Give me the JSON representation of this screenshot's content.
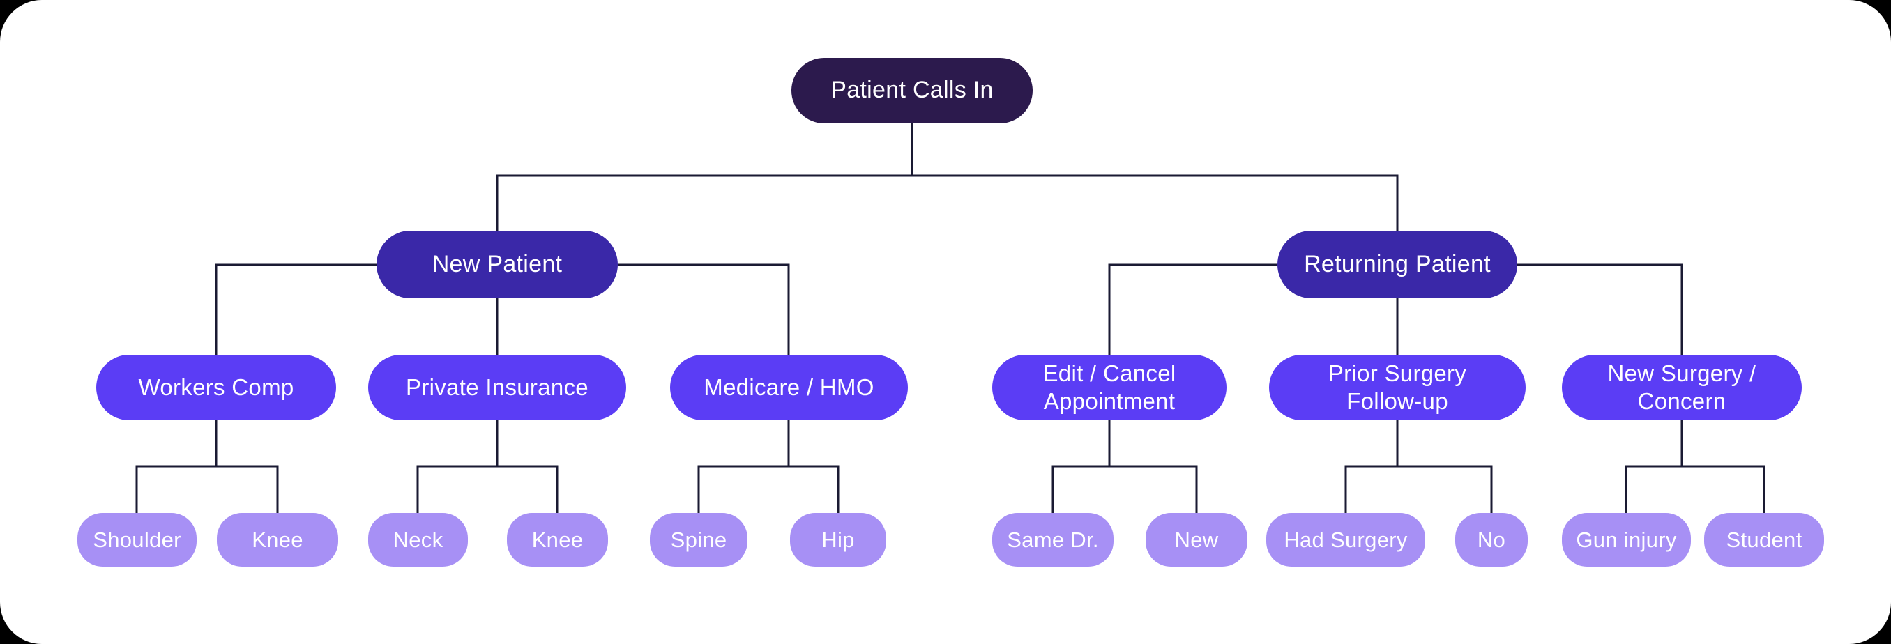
{
  "colors": {
    "background": "#000000",
    "canvas": "#ffffff",
    "node_level1": "#2c1a4d",
    "node_level2": "#3a28a8",
    "node_level3": "#5b3df5",
    "node_level4": "#a790f5",
    "connector": "#1a1a33",
    "node_text": "#ffffff"
  },
  "tree": {
    "label": "Patient Calls In",
    "children": [
      {
        "label": "New Patient",
        "children": [
          {
            "label": "Workers Comp",
            "children": [
              {
                "label": "Shoulder"
              },
              {
                "label": "Knee"
              }
            ]
          },
          {
            "label": "Private Insurance",
            "children": [
              {
                "label": "Neck"
              },
              {
                "label": "Knee"
              }
            ]
          },
          {
            "label": "Medicare / HMO",
            "children": [
              {
                "label": "Spine"
              },
              {
                "label": "Hip"
              }
            ]
          }
        ]
      },
      {
        "label": "Returning Patient",
        "children": [
          {
            "label": "Edit / Cancel\nAppointment",
            "children": [
              {
                "label": "Same Dr."
              },
              {
                "label": "New"
              }
            ]
          },
          {
            "label": "Prior Surgery\nFollow-up",
            "children": [
              {
                "label": "Had Surgery"
              },
              {
                "label": "No"
              }
            ]
          },
          {
            "label": "New Surgery /\nConcern",
            "children": [
              {
                "label": "Gun injury"
              },
              {
                "label": "Student"
              }
            ]
          }
        ]
      }
    ]
  }
}
